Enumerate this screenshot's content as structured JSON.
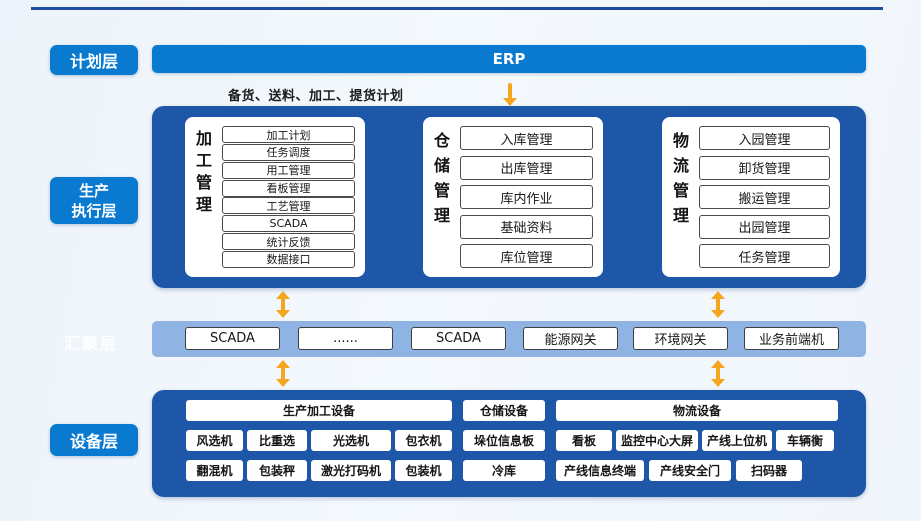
{
  "colors": {
    "accent_blue": "#0a7ad1",
    "panel_blue": "#1f57a8",
    "band_blue": "#8fb3e2",
    "arrow_orange": "#f6a51e",
    "top_line_navy": "#1d4e9e",
    "box_border": "#3f3f3f"
  },
  "icons": {
    "down_arrow": "↓",
    "updown_arrow": "↕"
  },
  "layers": {
    "planning": {
      "label": "计划层",
      "erp_label": "ERP",
      "plan_note": "备货、送料、加工、提货计划"
    },
    "execution": {
      "label_line1": "生产",
      "label_line2": "执行层",
      "modules": [
        {
          "title": "加工管理",
          "items": [
            "加工计划",
            "任务调度",
            "用工管理",
            "看板管理",
            "工艺管理",
            "SCADA",
            "统计反馈",
            "数据接口"
          ]
        },
        {
          "title": "仓储管理",
          "items": [
            "入库管理",
            "出库管理",
            "库内作业",
            "基础资料",
            "库位管理"
          ]
        },
        {
          "title": "物流管理",
          "items": [
            "入园管理",
            "卸货管理",
            "搬运管理",
            "出园管理",
            "任务管理"
          ]
        }
      ]
    },
    "convergence": {
      "label": "汇聚层",
      "nodes": [
        "SCADA",
        "......",
        "SCADA",
        "能源网关",
        "环境网关",
        "业务前端机"
      ]
    },
    "device": {
      "label": "设备层",
      "groups": [
        {
          "header": "生产加工设备",
          "rows": [
            [
              "风选机",
              "比重选",
              "光选机",
              "包衣机"
            ],
            [
              "翻混机",
              "包装秤",
              "激光打码机",
              "包装机"
            ]
          ]
        },
        {
          "header": "仓储设备",
          "rows": [
            [
              "垛位信息板"
            ],
            [
              "冷库"
            ]
          ]
        },
        {
          "header": "物流设备",
          "rows": [
            [
              "看板",
              "监控中心大屏",
              "产线上位机",
              "车辆衡"
            ],
            [
              "产线信息终端",
              "产线安全门",
              "扫码器"
            ]
          ]
        }
      ]
    }
  }
}
